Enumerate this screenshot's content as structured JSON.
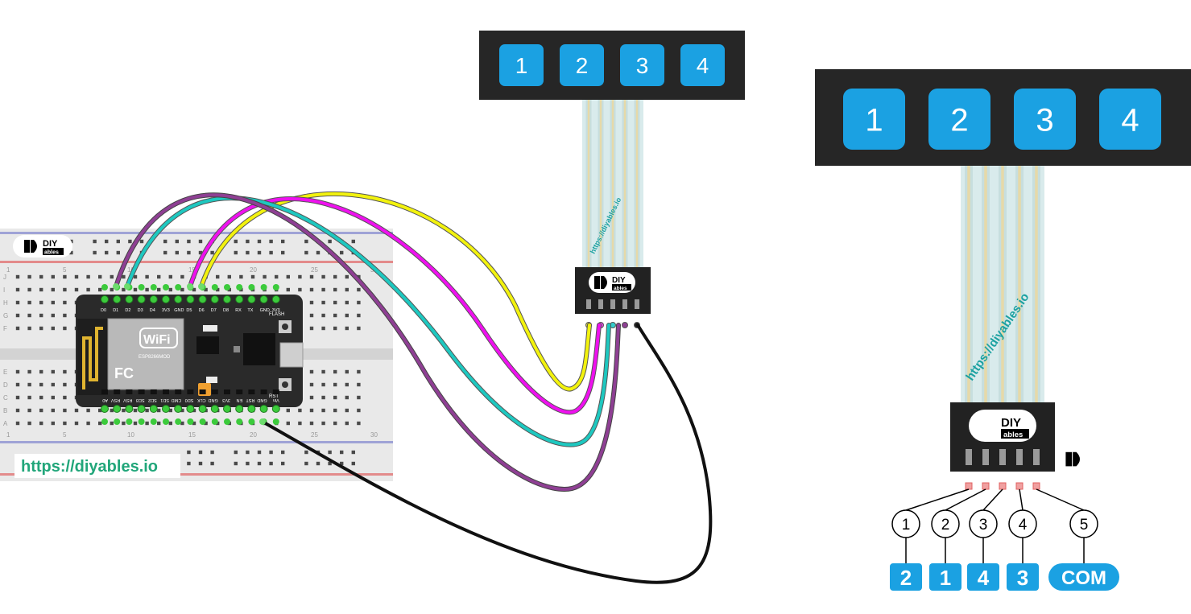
{
  "brand": {
    "logo_text_top": "DIY",
    "logo_text_bottom": "ables",
    "url": "https://diyables.io"
  },
  "keypad_small": {
    "keys": [
      "1",
      "2",
      "3",
      "4"
    ]
  },
  "keypad_large": {
    "keys": [
      "1",
      "2",
      "3",
      "4"
    ]
  },
  "esp_board": {
    "top_pins": [
      "D0",
      "D1",
      "D2",
      "D3",
      "D4",
      "3V3",
      "GND",
      "D5",
      "D6",
      "D7",
      "D8",
      "RX",
      "TX",
      "GND",
      "3V3"
    ],
    "bottom_pins": [
      "A0",
      "RSV",
      "RSV",
      "SD3",
      "SD2",
      "SD1",
      "CMD",
      "SD0",
      "CLK",
      "GND",
      "3V3",
      "EN",
      "RST",
      "GND",
      "Vin"
    ],
    "wifi_text": "WiFi",
    "module_text": "ESP8266MOD",
    "flash_label": "FLASH",
    "rst_label": "RST"
  },
  "breadboard": {
    "col_numbers": [
      "1",
      "5",
      "10",
      "15",
      "20",
      "25",
      "30"
    ],
    "row_letters_top": [
      "J",
      "I",
      "H",
      "G",
      "F"
    ],
    "row_letters_bottom": [
      "E",
      "D",
      "C",
      "B",
      "A"
    ]
  },
  "pinout": {
    "pin_numbers": [
      "1",
      "2",
      "3",
      "4",
      "5"
    ],
    "pin_functions": [
      "2",
      "1",
      "4",
      "3",
      "COM"
    ]
  },
  "colors": {
    "keypad_body": "#262626",
    "key": "#1ba1e2",
    "wire_yellow": "#f2f20e",
    "wire_magenta": "#ee11ee",
    "wire_cyan": "#1ec8c0",
    "wire_purple": "#8e3f93",
    "wire_black": "#111111",
    "url_green": "#21a67a",
    "pin_green": "#3ccb3c"
  }
}
